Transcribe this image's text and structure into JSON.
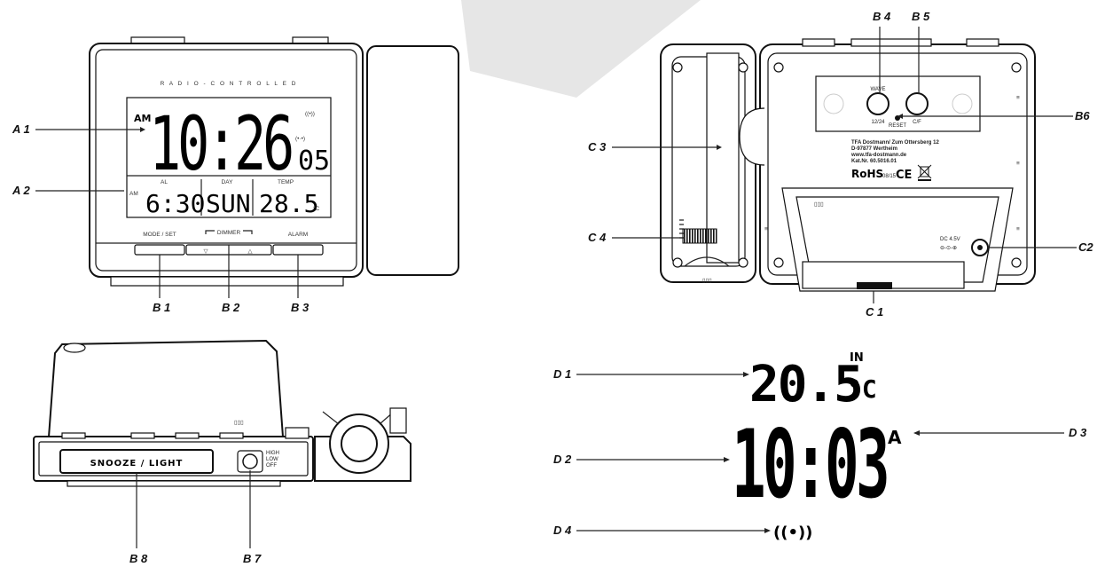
{
  "callouts": {
    "a1": "A 1",
    "a2": "A 2",
    "b1": "B 1",
    "b2": "B 2",
    "b3": "B 3",
    "b4": "B 4",
    "b5": "B 5",
    "b6": "B6",
    "b7": "B 7",
    "b8": "B 8",
    "c1": "C 1",
    "c2": "C2",
    "c3": "C 3",
    "c4": "C 4",
    "d1": "D 1",
    "d2": "D 2",
    "d3": "D 3",
    "d4": "D 4"
  },
  "front": {
    "brand_line": "R A D I O - C O N T R O L L E D",
    "ampm": "AM",
    "time": "10:26",
    "seconds": "05",
    "al_label": "AL",
    "day_label": "DAY",
    "temp_label": "TEMP",
    "alarm_ampm": "AM",
    "alarm_time": "6:30",
    "day": "SUN",
    "temp": "28.5",
    "temp_unit": "°C",
    "mode_set": "MODE / SET",
    "dimmer": "DIMMER",
    "alarm": "ALARM"
  },
  "back": {
    "wave": "WAVE",
    "h1224": "12/24",
    "reset": "RESET",
    "onoff": "C/F",
    "address": [
      "TFA Dostmann/ Zum Ottersberg 12",
      "D-97877 Wertheim",
      "www.tfa-dostmann.de",
      "Kat.Nr. 60.5016.01"
    ],
    "rohs": "RoHS",
    "rohs_code": "08/15",
    "ce": "CE",
    "dc": "DC 4.5V"
  },
  "side": {
    "snooze": "SNOOZE / LIGHT",
    "switch": [
      "HIGH",
      "LOW",
      "OFF"
    ]
  },
  "projection": {
    "temp": "20.5",
    "in": "IN",
    "unit": "°C",
    "time": "10:03",
    "ampm": "A"
  }
}
